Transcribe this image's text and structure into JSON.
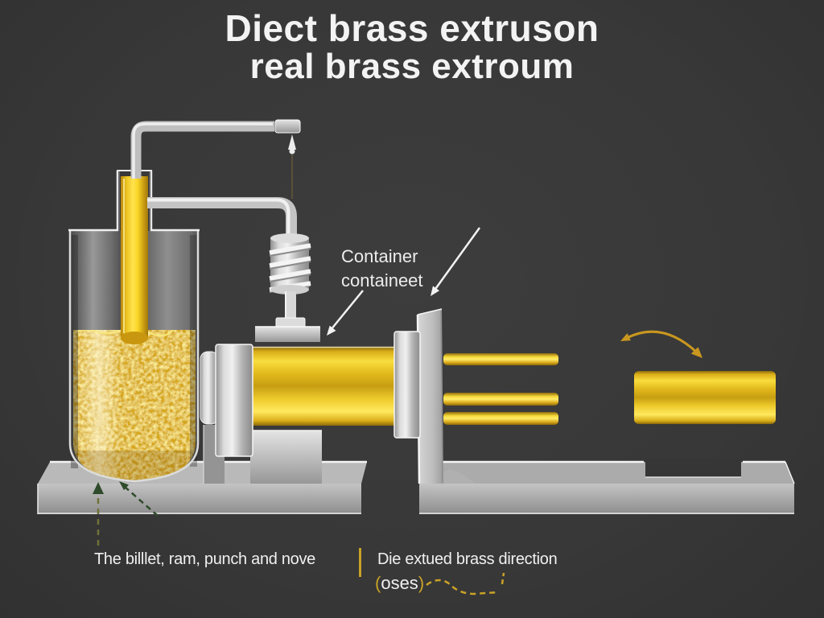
{
  "title": {
    "line1": "Diect brass extruson",
    "line2": "real brass extroum"
  },
  "callouts": {
    "container_line1": "Container",
    "container_line2": "containeet"
  },
  "captions": {
    "left": "The billlet, ram, punch and nove",
    "right": "Die extued brass direction",
    "paren_open": "(",
    "paren_word": "oses",
    "paren_close": ")"
  },
  "colors": {
    "background": "#373737",
    "text": "#f3f3f3",
    "accent_yellow": "#c9a227",
    "arrow_white": "#f2f2f2",
    "dashed_green": "#2f4b2b",
    "brass_yellow": "#f0cb2a",
    "metal_gray": "#c6c6c6"
  }
}
